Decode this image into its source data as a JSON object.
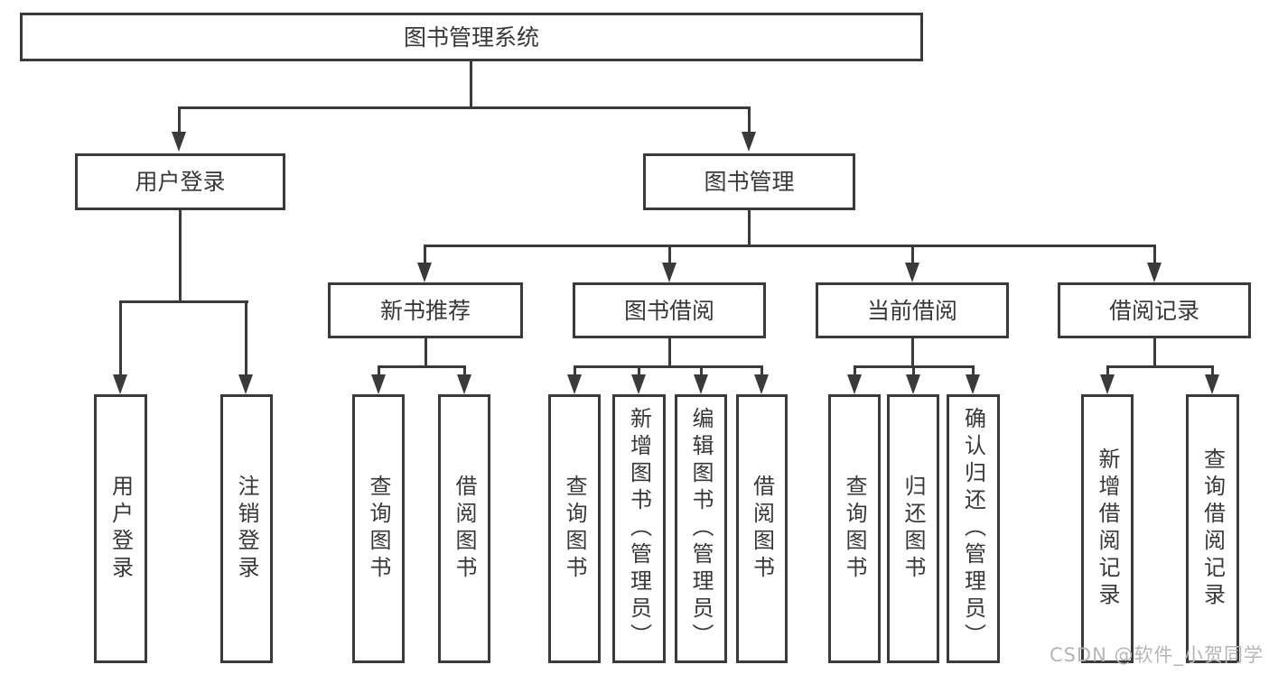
{
  "root": {
    "label": "图书管理系统"
  },
  "branches": [
    {
      "label": "用户登录",
      "leaves": [
        {
          "label": "用户登录"
        },
        {
          "label": "注销登录"
        }
      ]
    },
    {
      "label": "图书管理",
      "sections": [
        {
          "label": "新书推荐",
          "leaves": [
            {
              "label": "查询图书"
            },
            {
              "label": "借阅图书"
            }
          ]
        },
        {
          "label": "图书借阅",
          "leaves": [
            {
              "label": "查询图书"
            },
            {
              "label": "新增图书（管理员）"
            },
            {
              "label": "编辑图书（管理员）"
            },
            {
              "label": "借阅图书"
            }
          ]
        },
        {
          "label": "当前借阅",
          "leaves": [
            {
              "label": "查询图书"
            },
            {
              "label": "归还图书"
            },
            {
              "label": "确认归还（管理员）"
            }
          ]
        },
        {
          "label": "借阅记录",
          "leaves": [
            {
              "label": "新增借阅记录"
            },
            {
              "label": "查询借阅记录"
            }
          ]
        }
      ]
    }
  ],
  "watermark": "CSDN @软件_小贺同学",
  "colors": {
    "line": "#3a3a3a",
    "text": "#383838",
    "watermark": "#b5b5b5",
    "background": "#ffffff"
  }
}
